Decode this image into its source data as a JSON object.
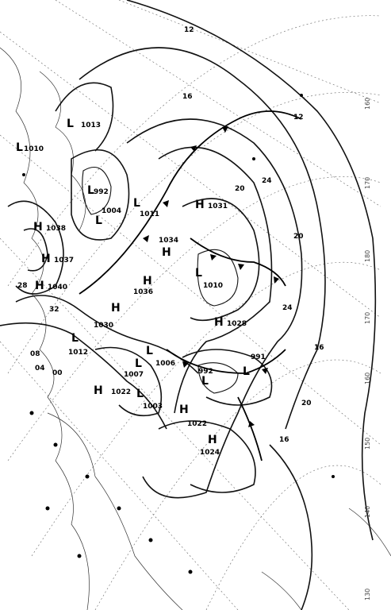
{
  "map": {
    "pressure_centers": [
      {
        "type": "H",
        "value": "1040"
      },
      {
        "type": "H",
        "value": "1037"
      },
      {
        "type": "H",
        "value": "1038"
      },
      {
        "type": "H",
        "value": "1031"
      },
      {
        "type": "H",
        "value": "1028"
      },
      {
        "type": "H",
        "value": "1034"
      },
      {
        "type": "H",
        "value": "1036"
      },
      {
        "type": "H",
        "value": "1030"
      },
      {
        "type": "H",
        "value": "1024"
      },
      {
        "type": "H",
        "value": "1022"
      },
      {
        "type": "H",
        "value": "1022"
      },
      {
        "type": "L",
        "value": "992"
      },
      {
        "type": "L",
        "value": "1004"
      },
      {
        "type": "L",
        "value": "1011"
      },
      {
        "type": "L",
        "value": "1012"
      },
      {
        "type": "L",
        "value": "1010"
      },
      {
        "type": "L",
        "value": "1007"
      },
      {
        "type": "L",
        "value": "1006"
      },
      {
        "type": "L",
        "value": "1003"
      },
      {
        "type": "L",
        "value": "992"
      },
      {
        "type": "L",
        "value": "991"
      },
      {
        "type": "L",
        "value": "1013"
      },
      {
        "type": "L",
        "value": "1010"
      }
    ],
    "isobar_labels": [
      "12",
      "16",
      "20",
      "24",
      "28",
      "32",
      "16",
      "20",
      "24",
      "08",
      "04",
      "00",
      "12",
      "16",
      "20"
    ],
    "longitude_labels": [
      "130",
      "140",
      "150",
      "160",
      "170",
      "180",
      "170",
      "160"
    ]
  }
}
